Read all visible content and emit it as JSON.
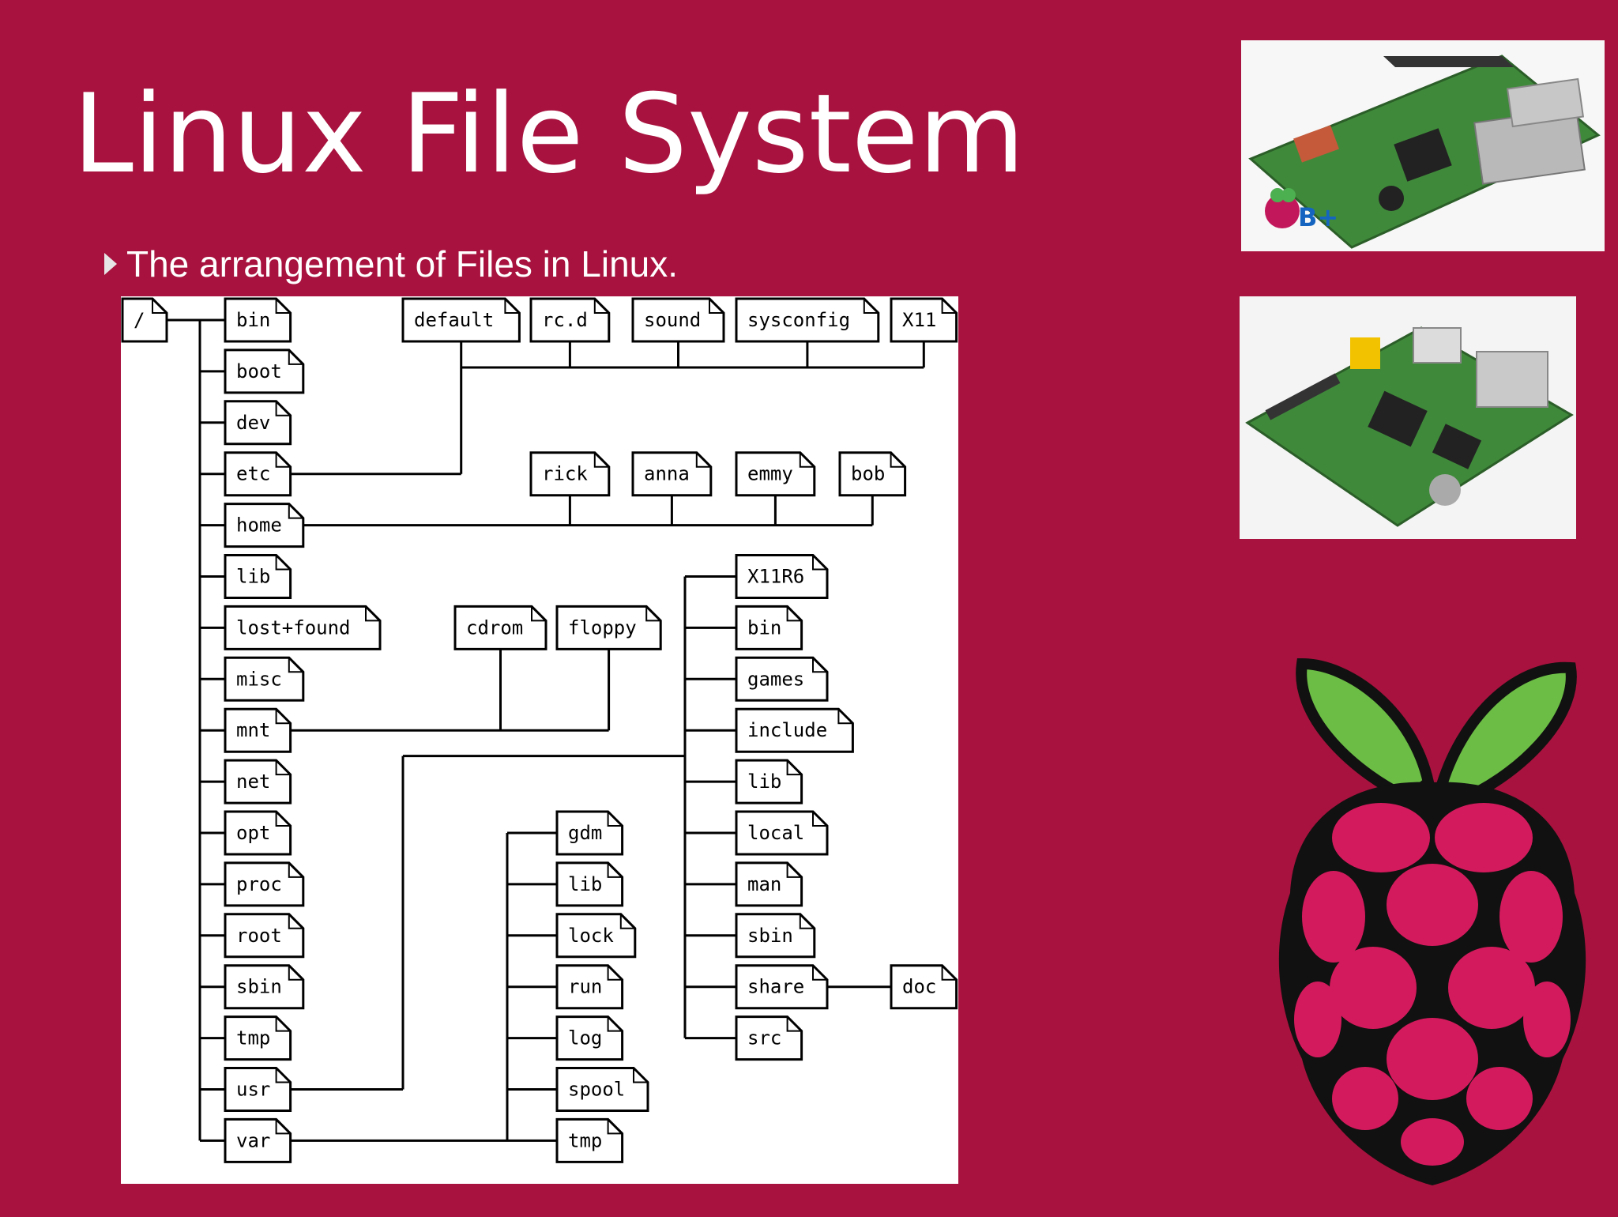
{
  "slide": {
    "title": "Linux File System",
    "bullet": "The arrangement of Files in Linux."
  },
  "tree": {
    "root": "/",
    "top_level": [
      "bin",
      "boot",
      "dev",
      "etc",
      "home",
      "lib",
      "lost+found",
      "misc",
      "mnt",
      "net",
      "opt",
      "proc",
      "root",
      "sbin",
      "tmp",
      "usr",
      "var"
    ],
    "etc_children": [
      "default",
      "rc.d",
      "sound",
      "sysconfig",
      "X11"
    ],
    "home_children": [
      "rick",
      "anna",
      "emmy",
      "bob"
    ],
    "mnt_children": [
      "cdrom",
      "floppy"
    ],
    "usr_children": [
      "X11R6",
      "bin",
      "games",
      "include",
      "lib",
      "local",
      "man",
      "sbin",
      "share",
      "src"
    ],
    "share_children": [
      "doc"
    ],
    "var_children": [
      "gdm",
      "lib",
      "lock",
      "run",
      "log",
      "spool",
      "tmp"
    ]
  },
  "badges": {
    "board_model": "B+"
  },
  "colors": {
    "background": "#a8123e",
    "title": "#ffffff",
    "board": "#3f8a3a",
    "berry": "#d31a5c",
    "leaf": "#6bbd45"
  },
  "icons": [
    "bullet-arrow-icon",
    "folder-file-icon",
    "raspberry-pi-board-icon",
    "raspberry-pi-logo-icon"
  ]
}
